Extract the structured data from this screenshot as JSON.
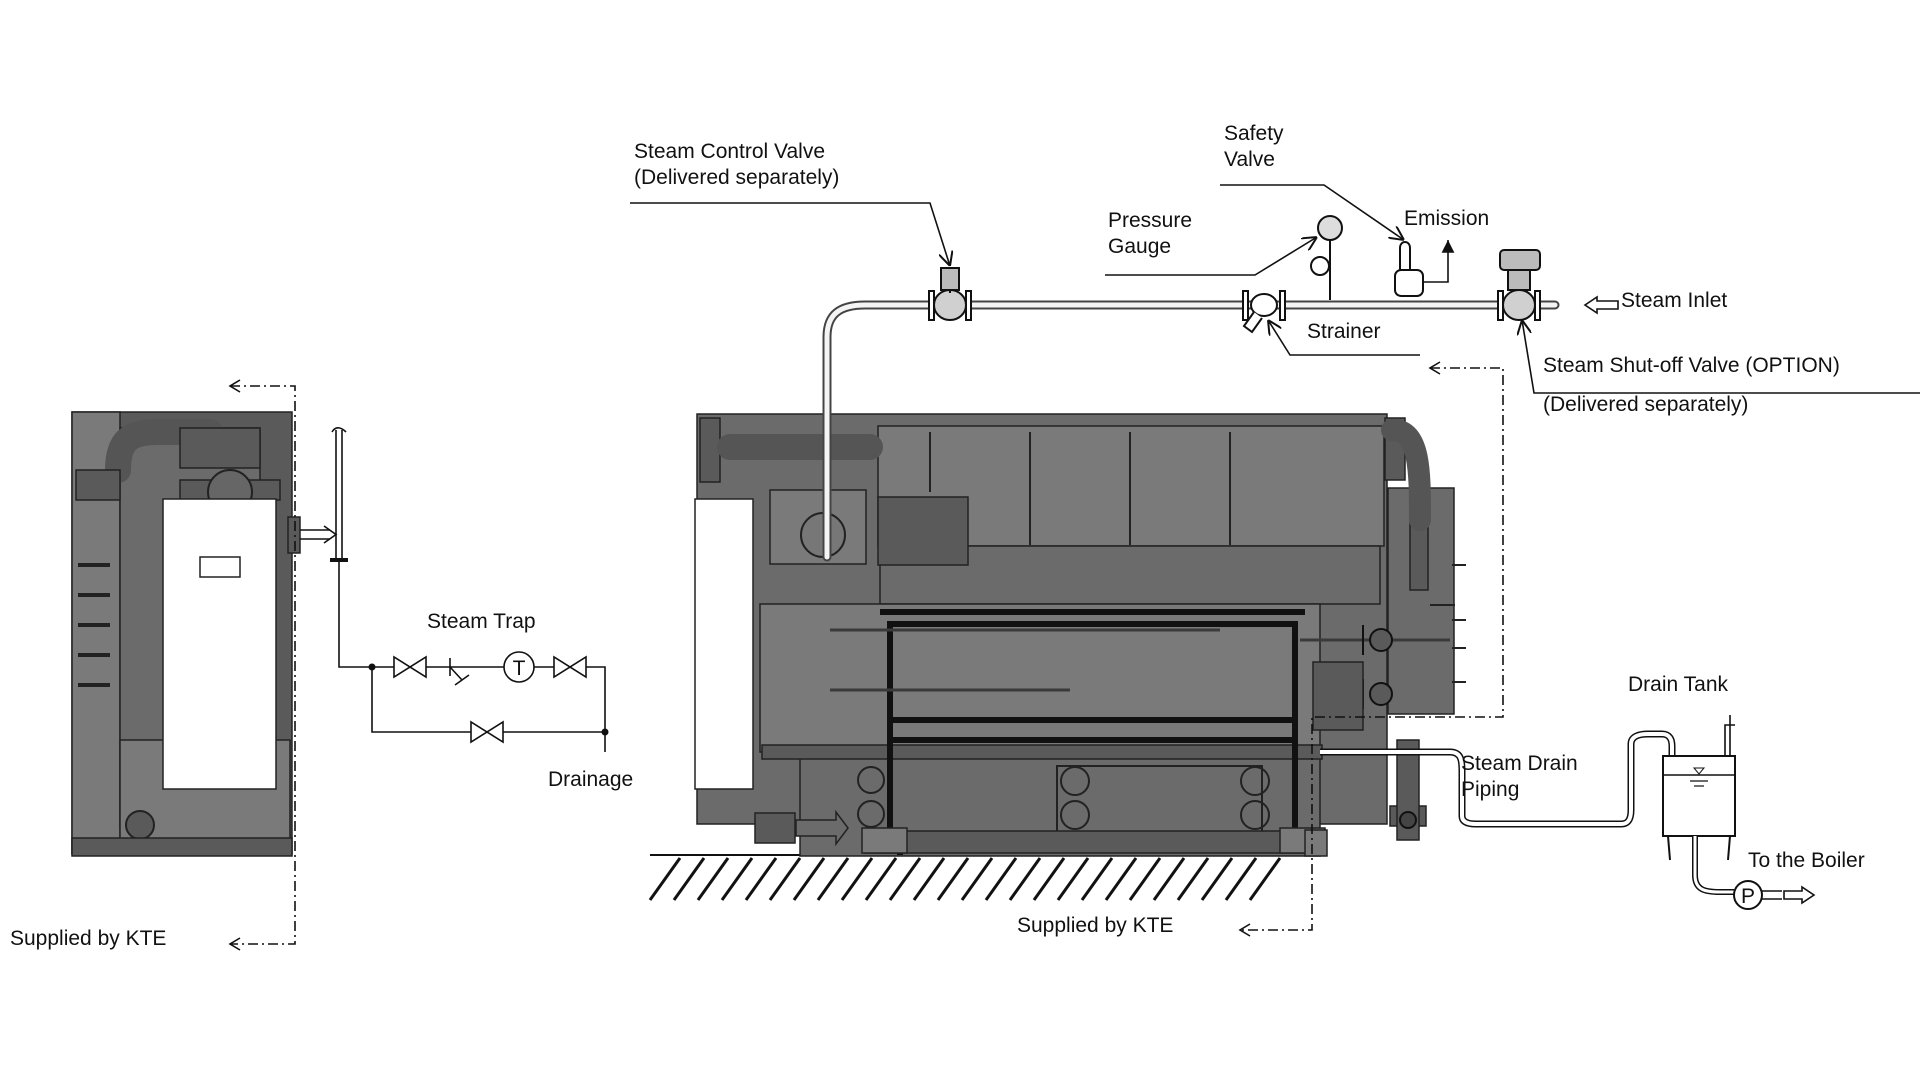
{
  "labels": {
    "steam_control_valve": "Steam Control Valve",
    "steam_control_valve_note": "(Delivered separately)",
    "safety_valve_1": "Safety",
    "safety_valve_2": "Valve",
    "pressure_gauge_1": "Pressure",
    "pressure_gauge_2": "Gauge",
    "emission": "Emission",
    "steam_inlet": "Steam Inlet",
    "strainer": "Strainer",
    "shutoff_valve": "Steam Shut-off Valve (OPTION)",
    "shutoff_valve_note": "(Delivered separately)",
    "steam_trap": "Steam Trap",
    "drainage": "Drainage",
    "drain_tank": "Drain Tank",
    "steam_drain_piping_1": "Steam Drain",
    "steam_drain_piping_2": "Piping",
    "to_the_boiler": "To the Boiler",
    "supplied_by_kte_left": "Supplied by KTE",
    "supplied_by_kte_right": "Supplied by KTE",
    "trap_symbol": "T",
    "pump_symbol": "P"
  }
}
